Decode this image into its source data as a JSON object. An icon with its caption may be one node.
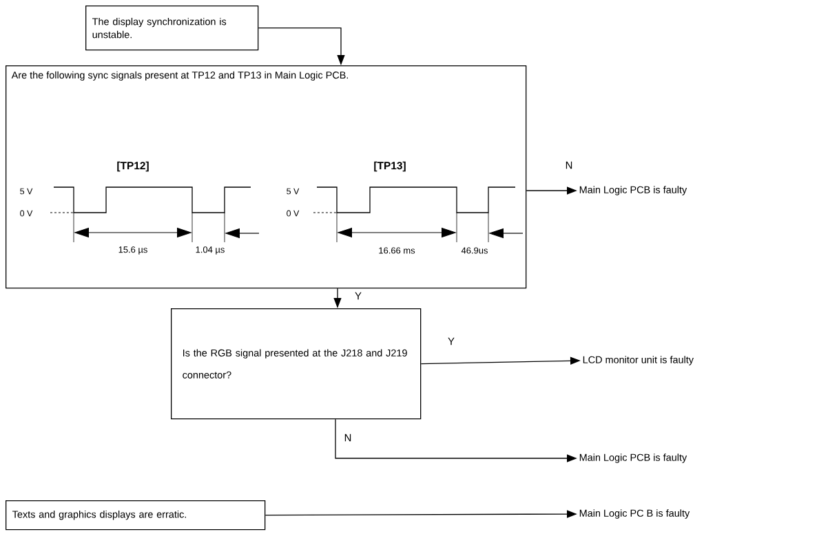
{
  "diagram": {
    "nodes": [
      {
        "text": [
          "The display synchronization is unstable."
        ]
      },
      {
        "text": [
          "Are the following sync signals present at TP12 and TP13 in Main Logic PCB."
        ]
      },
      {
        "text": [
          "Main Logic PCB is faulty"
        ]
      },
      {
        "text": [
          "Is the RGB signal presented at the J218 and J219 connector?"
        ]
      },
      {
        "text": [
          "LCD monitor unit is faulty"
        ]
      },
      {
        "text": [
          "Main Logic PCB is faulty"
        ]
      },
      {
        "text": [
          "Texts and graphics displays are erratic."
        ]
      },
      {
        "text": [
          "Main Logic PC B is faulty"
        ]
      }
    ],
    "edges": [
      {
        "from": 0,
        "to": 1,
        "arrow": "to"
      },
      {
        "from": 1,
        "to": 2,
        "arrow": "to",
        "label": "N"
      },
      {
        "from": 1,
        "to": 3,
        "arrow": "to",
        "label": "Y"
      },
      {
        "from": 3,
        "to": 4,
        "arrow": "to",
        "label": "Y"
      },
      {
        "from": 3,
        "to": 5,
        "arrow": "to",
        "label": "N"
      },
      {
        "from": 6,
        "to": 7,
        "arrow": "to"
      }
    ],
    "labels": [
      "[TP12]",
      "5 V",
      "0 V",
      "15.6 µs",
      "1.04 µs",
      "[TP13]",
      "5 V",
      "0 V",
      "16.66 ms",
      "46.9us"
    ]
  }
}
